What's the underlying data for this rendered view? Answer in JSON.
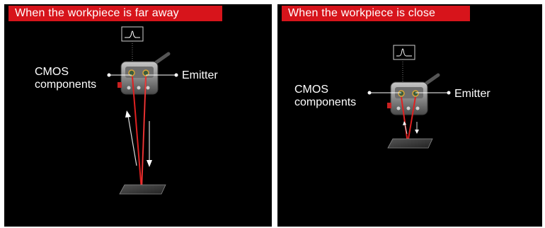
{
  "panels": [
    {
      "title": "When the workpiece is far away",
      "labels": {
        "cmos_line1": "CMOS",
        "cmos_line2": "components",
        "emitter": "Emitter"
      }
    },
    {
      "title": "When the workpiece is close",
      "labels": {
        "cmos_line1": "CMOS",
        "cmos_line2": "components",
        "emitter": "Emitter"
      }
    }
  ],
  "colors": {
    "banner": "#d7141b",
    "background": "#000000",
    "laser": "#e02020",
    "divider": "#ffffff"
  }
}
